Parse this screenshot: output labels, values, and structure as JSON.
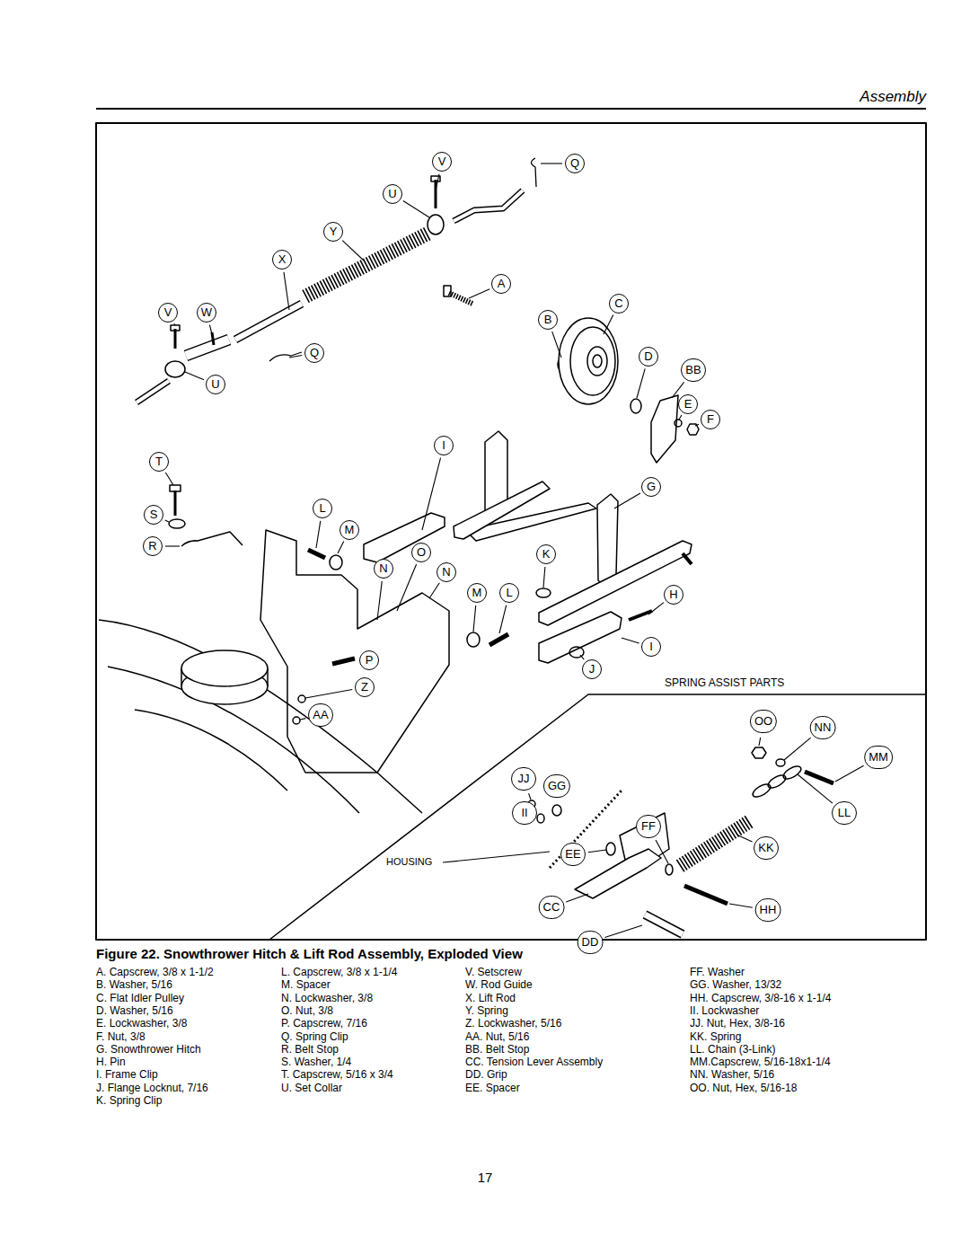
{
  "diagram": {
    "title": "Figure 22. Snowthrower Hitch & Lift Rod Assembly, Exploded View",
    "labels": [
      "Assembly",
      "V",
      "Q",
      "U",
      "Y",
      "X",
      "A",
      "B",
      "C",
      "V",
      "W",
      "Q",
      "D",
      "BB",
      "E",
      "F",
      "U",
      "T",
      "I",
      "G",
      "S",
      "L",
      "M",
      "R",
      "O",
      "N",
      "N",
      "K",
      "M",
      "L",
      "H",
      "P",
      "I",
      "Z",
      "J",
      "AA",
      "OO",
      "NN",
      "MM",
      "JJ",
      "GG",
      "LL",
      "II",
      "FF",
      "EE",
      "KK",
      "CC",
      "HH",
      "DD",
      "SPRING ASSIST PARTS",
      "HOUSING",
      "A. Capscrew, 3/8 x 1-1/2",
      "B. Washer, 5/16",
      "C. Flat Idler Pulley",
      "D. Washer, 5/16",
      "E. Lockwasher, 3/8",
      "F. Nut, 3/8",
      "G. Snowthrower Hitch",
      "H. Pin",
      "I. Frame Clip",
      "J. Flange Locknut, 7/16",
      "K. Spring Clip",
      "L. Capscrew, 3/8 x 1-1/4",
      "M. Spacer",
      "N. Lockwasher, 3/8",
      "O. Nut, 3/8",
      "P. Capscrew, 7/16",
      "Q. Spring Clip",
      "R. Belt Stop",
      "S. Washer, 1/4",
      "T. Capscrew, 5/16 x 3/4",
      "U. Set Collar",
      "V. Setscrew",
      "W. Rod Guide",
      "X. Lift Rod",
      "Y. Spring",
      "Z. Lockwasher, 5/16",
      "AA. Nut, 5/16",
      "BB. Belt Stop",
      "CC. Tension Lever Assembly",
      "DD. Grip",
      "EE. Spacer",
      "FF. Washer",
      "GG. Washer, 13/32",
      "HH. Capscrew, 3/8-16 x 1-1/4",
      "II. Lockwasher",
      "JJ. Nut, Hex, 3/8-16",
      "KK. Spring",
      "LL. Chain (3-Link)",
      "MM.Capscrew, 5/16-18x1-1/4",
      "NN. Washer, 5/16",
      "OO. Nut, Hex, 5/16-18",
      "17"
    ]
  }
}
